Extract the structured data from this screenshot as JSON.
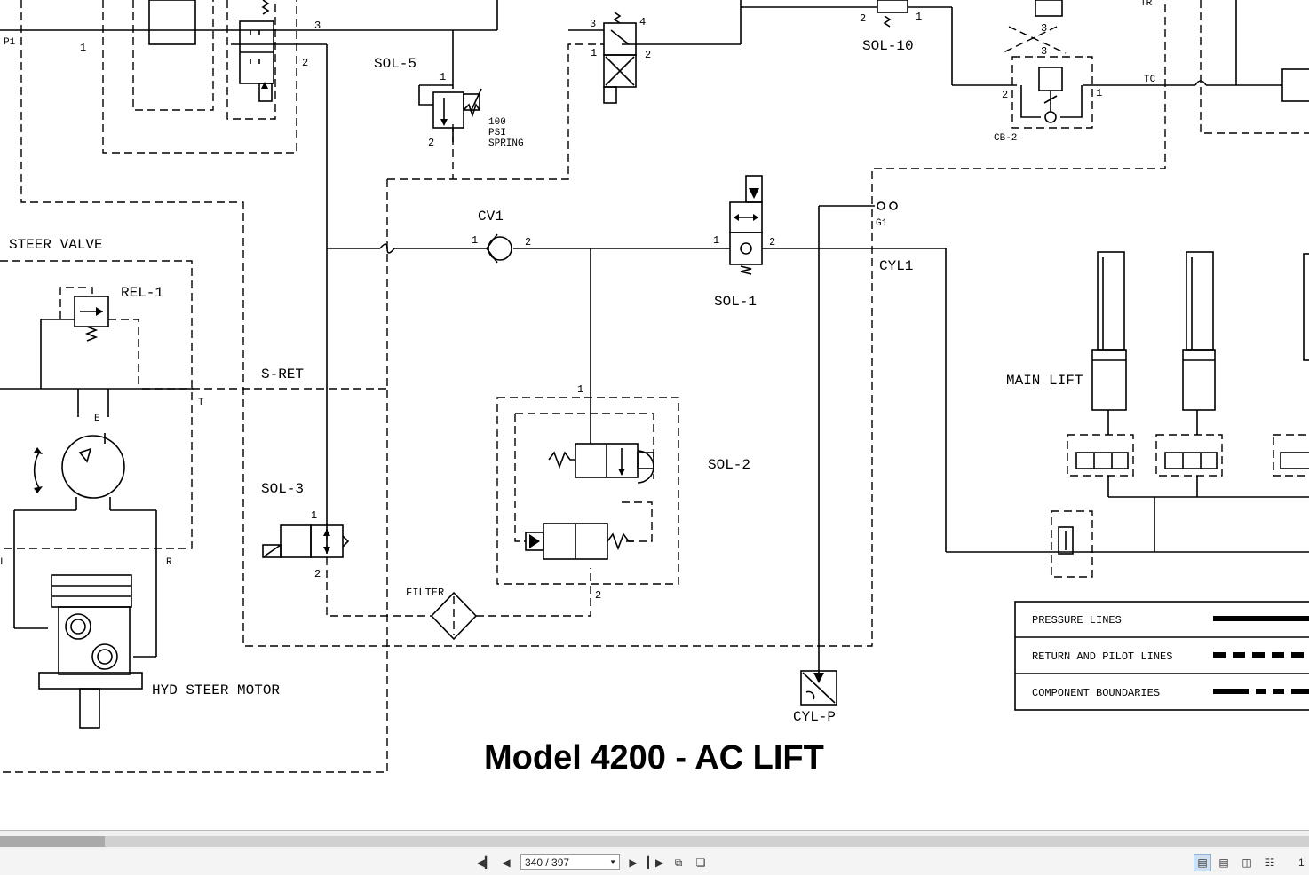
{
  "diagram": {
    "title": "Model 4200 - AC LIFT",
    "labels": {
      "p1": "P1",
      "steer_valve": "STEER VALVE",
      "rel1": "REL-1",
      "s_ret": "S-RET",
      "sol3": "SOL-3",
      "sol5": "SOL-5",
      "spring": [
        "100",
        "PSI",
        "SPRING"
      ],
      "cv1": "CV1",
      "sol1": "SOL-1",
      "sol2": "SOL-2",
      "sol10": "SOL-10",
      "cb2": "CB-2",
      "tc": "TC",
      "tr": "TR",
      "g1": "G1",
      "cyl1": "CYL1",
      "main_lift": "MAIN LIFT",
      "filter": "FILTER",
      "cyl_p": "CYL-P",
      "hyd_steer_motor": "HYD STEER MOTOR",
      "port_t": "T",
      "port_e": "E",
      "port_l": "L",
      "port_r": "R"
    },
    "legend": [
      {
        "label": "PRESSURE LINES",
        "style": "solid"
      },
      {
        "label": "RETURN AND PILOT LINES",
        "style": "dashed"
      },
      {
        "label": "COMPONENT BOUNDARIES",
        "style": "dash-dot"
      }
    ]
  },
  "viewer": {
    "page_indicator": "340 / 397",
    "zoom_partial": "1",
    "icons": [
      "first-page-icon",
      "prev-page-icon",
      "next-page-icon",
      "last-page-icon",
      "copy-icon",
      "paste-icon",
      "single-page-icon",
      "continuous-icon",
      "two-page-icon",
      "two-page-continuous-icon"
    ]
  }
}
